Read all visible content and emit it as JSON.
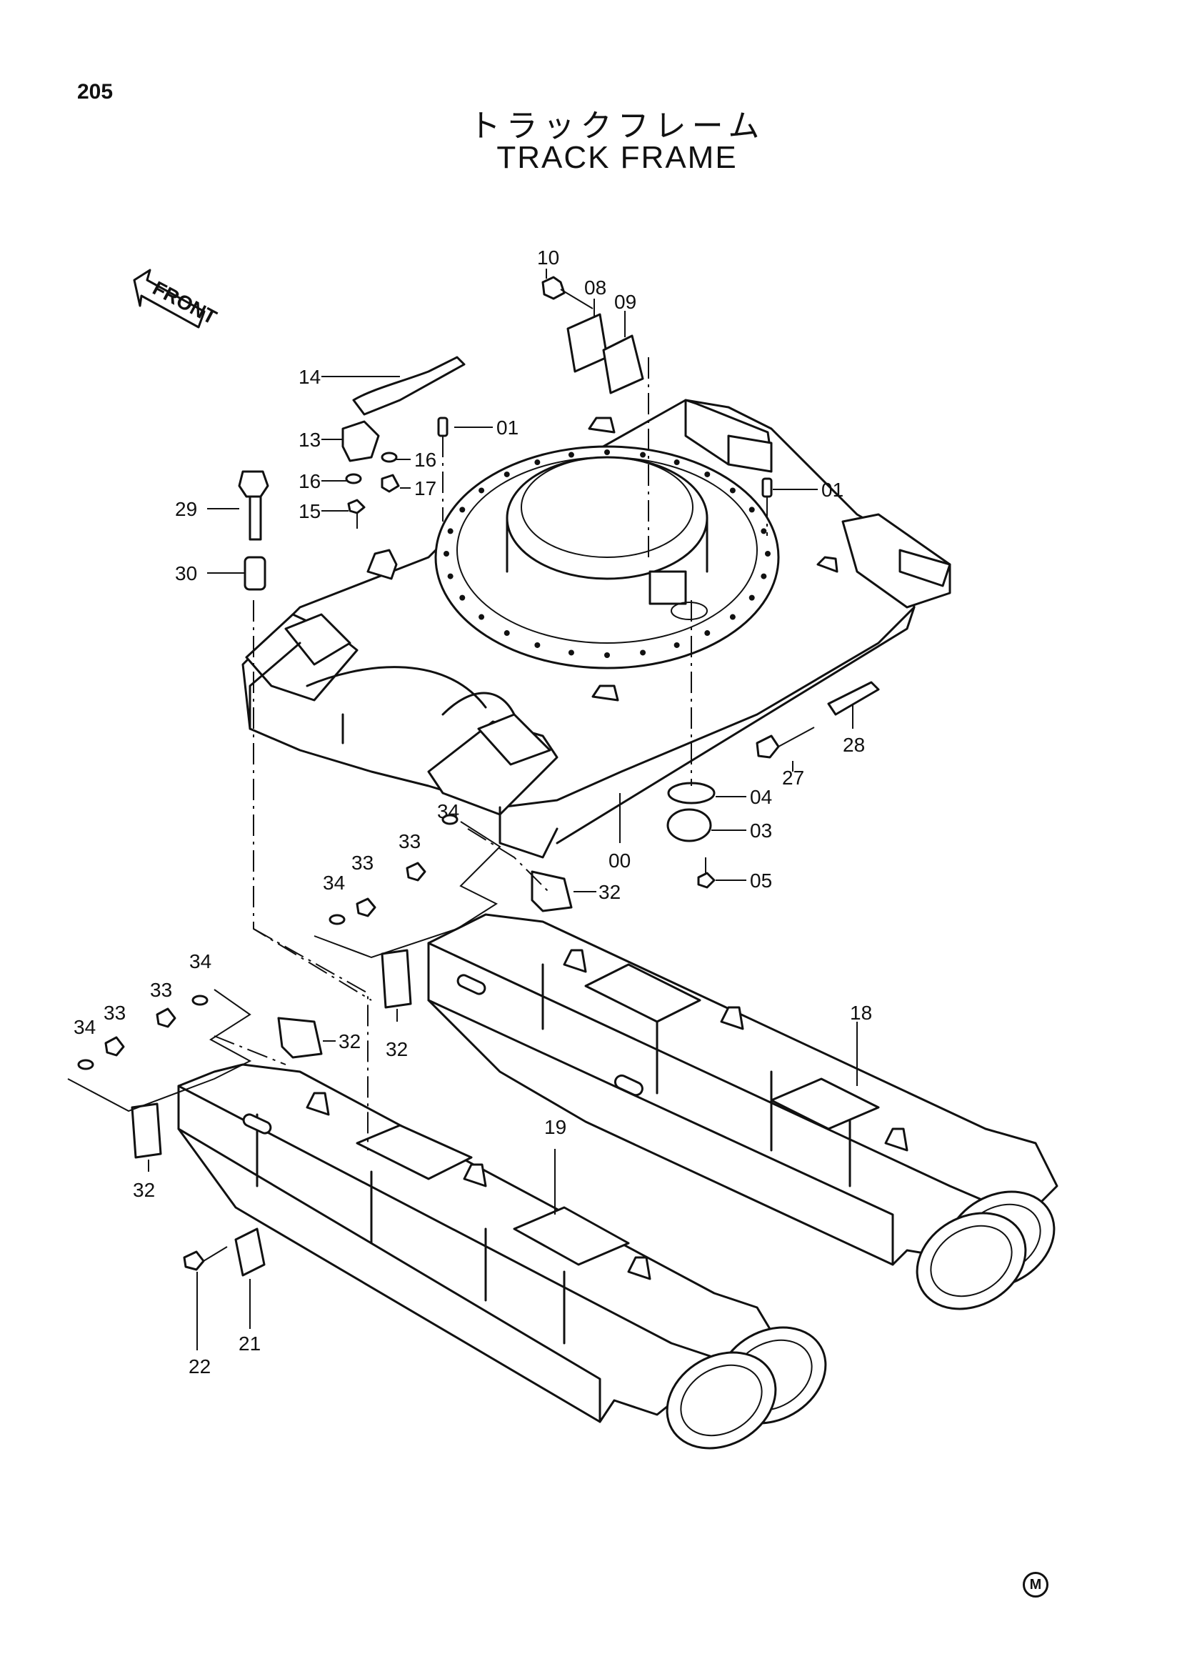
{
  "header": {
    "page_number": "205",
    "title_ja": "トラックフレーム",
    "title_en": "TRACK FRAME"
  },
  "front_arrow_label": "FRONT",
  "footer_mark": "M",
  "callouts": [
    {
      "label": "10"
    },
    {
      "label": "08"
    },
    {
      "label": "09"
    },
    {
      "label": "14"
    },
    {
      "label": "13"
    },
    {
      "label": "01"
    },
    {
      "label": "16"
    },
    {
      "label": "16"
    },
    {
      "label": "17"
    },
    {
      "label": "15"
    },
    {
      "label": "29"
    },
    {
      "label": "30"
    },
    {
      "label": "01"
    },
    {
      "label": "28"
    },
    {
      "label": "27"
    },
    {
      "label": "04"
    },
    {
      "label": "03"
    },
    {
      "label": "05"
    },
    {
      "label": "00"
    },
    {
      "label": "34"
    },
    {
      "label": "33"
    },
    {
      "label": "33"
    },
    {
      "label": "34"
    },
    {
      "label": "32"
    },
    {
      "label": "34"
    },
    {
      "label": "33"
    },
    {
      "label": "33"
    },
    {
      "label": "34"
    },
    {
      "label": "32"
    },
    {
      "label": "32"
    },
    {
      "label": "18"
    },
    {
      "label": "19"
    },
    {
      "label": "32"
    },
    {
      "label": "21"
    },
    {
      "label": "22"
    }
  ]
}
